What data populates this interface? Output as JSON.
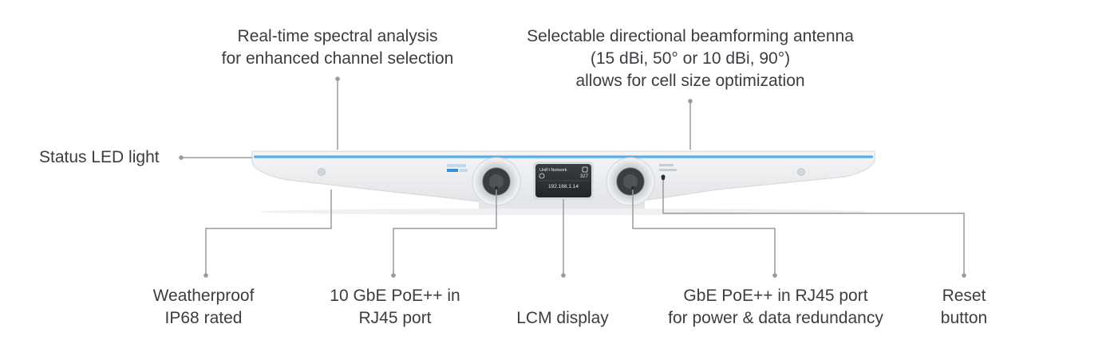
{
  "callouts": {
    "spectral": [
      "Real-time spectral analysis",
      "for enhanced channel selection"
    ],
    "antenna": [
      "Selectable directional beamforming antenna",
      "(15 dBi, 50° or 10 dBi, 90°)",
      "allows for cell size optimization"
    ],
    "status_led": [
      "Status LED light"
    ],
    "weatherproof": [
      "Weatherproof",
      "IP68 rated"
    ],
    "port_10g": [
      "10 GbE PoE++ in",
      "RJ45 port"
    ],
    "lcm": [
      "LCM display"
    ],
    "port_1g": [
      "GbE PoE++ in RJ45 port",
      "for power & data redundancy"
    ],
    "reset": [
      "Reset",
      "button"
    ]
  },
  "device": {
    "lcm_title": "UniFi Network",
    "lcm_count": "327",
    "lcm_ip": "192.168.1.14"
  },
  "colors": {
    "led": "#3ea0e6",
    "leader_line": "#9a9a9a",
    "body": "#eceef0",
    "label_text": "#3a3d42"
  }
}
